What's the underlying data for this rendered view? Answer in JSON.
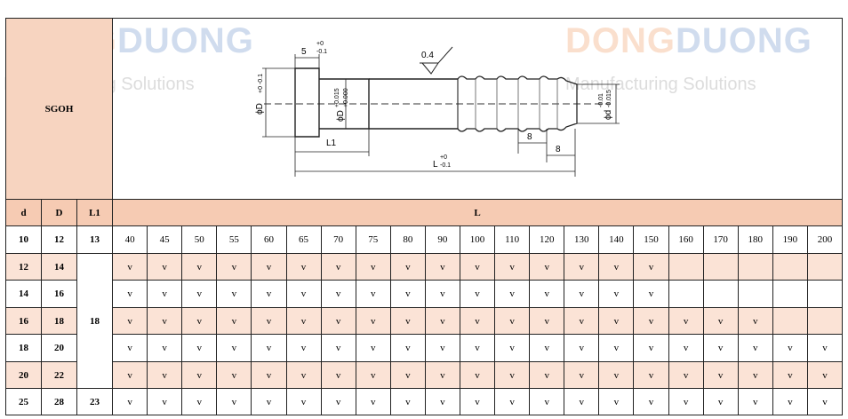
{
  "title": "SGOH",
  "watermark": {
    "brand_part1": "DONG",
    "brand_part2": "DUONG",
    "tagline": "Manufacturing Solutions"
  },
  "drawing": {
    "dim_5": "5",
    "dim_5_tol_upper": "+0",
    "dim_5_tol_lower": "-0.1",
    "roughness": "0.4",
    "phi_D_label": "ϕD",
    "phi_D_tol": "+0 -0.1",
    "phi_D_fit_label": "ϕD",
    "phi_D_fit_tol_upper": "+0.015",
    "phi_D_fit_tol_lower": "+0.000",
    "phi_d_label": "ϕd",
    "phi_d_tol_upper": "-0.01",
    "phi_d_tol_lower": "-0.015",
    "L1_label": "L1",
    "L_label": "L",
    "L_tol_upper": "+0",
    "L_tol_lower": "-0.1",
    "groove_dim_1": "8",
    "groove_dim_2": "8"
  },
  "table": {
    "headers": {
      "d": "d",
      "D": "D",
      "L1": "L1",
      "L": "L"
    },
    "lengths": [
      "40",
      "45",
      "50",
      "55",
      "60",
      "65",
      "70",
      "75",
      "80",
      "90",
      "100",
      "110",
      "120",
      "130",
      "140",
      "150",
      "160",
      "170",
      "180",
      "190",
      "200"
    ],
    "merged_L1": "18",
    "rows": [
      {
        "d": "10",
        "D": "12",
        "L1": "13",
        "cells": [
          "40",
          "45",
          "50",
          "55",
          "60",
          "65",
          "70",
          "75",
          "80",
          "90",
          "100",
          "110",
          "120",
          "130",
          "140",
          "150",
          "160",
          "170",
          "180",
          "190",
          "200"
        ]
      },
      {
        "d": "12",
        "D": "14",
        "cells": [
          "v",
          "v",
          "v",
          "v",
          "v",
          "v",
          "v",
          "v",
          "v",
          "v",
          "v",
          "v",
          "v",
          "v",
          "v",
          "v",
          "",
          "",
          "",
          "",
          ""
        ]
      },
      {
        "d": "14",
        "D": "16",
        "cells": [
          "v",
          "v",
          "v",
          "v",
          "v",
          "v",
          "v",
          "v",
          "v",
          "v",
          "v",
          "v",
          "v",
          "v",
          "v",
          "v",
          "",
          "",
          "",
          "",
          ""
        ]
      },
      {
        "d": "16",
        "D": "18",
        "cells": [
          "v",
          "v",
          "v",
          "v",
          "v",
          "v",
          "v",
          "v",
          "v",
          "v",
          "v",
          "v",
          "v",
          "v",
          "v",
          "v",
          "v",
          "v",
          "v",
          "",
          ""
        ]
      },
      {
        "d": "18",
        "D": "20",
        "cells": [
          "v",
          "v",
          "v",
          "v",
          "v",
          "v",
          "v",
          "v",
          "v",
          "v",
          "v",
          "v",
          "v",
          "v",
          "v",
          "v",
          "v",
          "v",
          "v",
          "v",
          "v"
        ]
      },
      {
        "d": "20",
        "D": "22",
        "cells": [
          "v",
          "v",
          "v",
          "v",
          "v",
          "v",
          "v",
          "v",
          "v",
          "v",
          "v",
          "v",
          "v",
          "v",
          "v",
          "v",
          "v",
          "v",
          "v",
          "v",
          "v"
        ]
      },
      {
        "d": "25",
        "D": "28",
        "L1": "23",
        "cells": [
          "v",
          "v",
          "v",
          "v",
          "v",
          "v",
          "v",
          "v",
          "v",
          "v",
          "v",
          "v",
          "v",
          "v",
          "v",
          "v",
          "v",
          "v",
          "v",
          "v",
          "v"
        ]
      }
    ]
  }
}
